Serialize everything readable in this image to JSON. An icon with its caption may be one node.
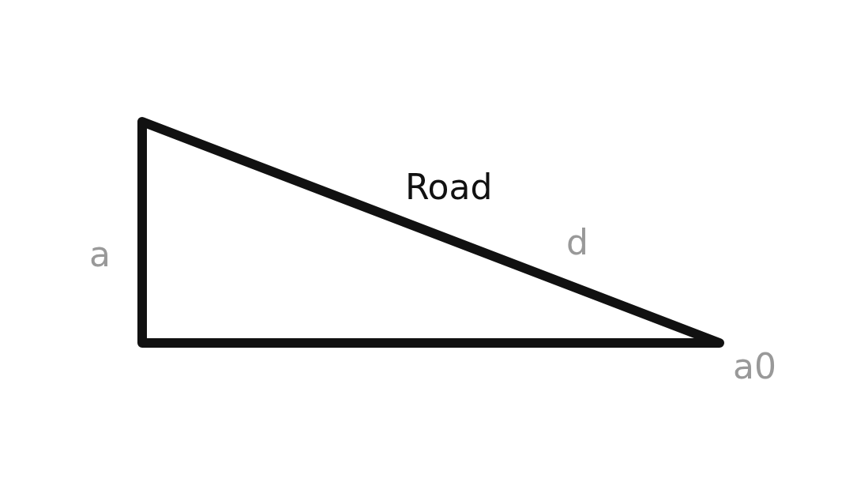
{
  "diagram": {
    "labels": [
      "Road",
      "d",
      "a",
      "a0"
    ]
  }
}
